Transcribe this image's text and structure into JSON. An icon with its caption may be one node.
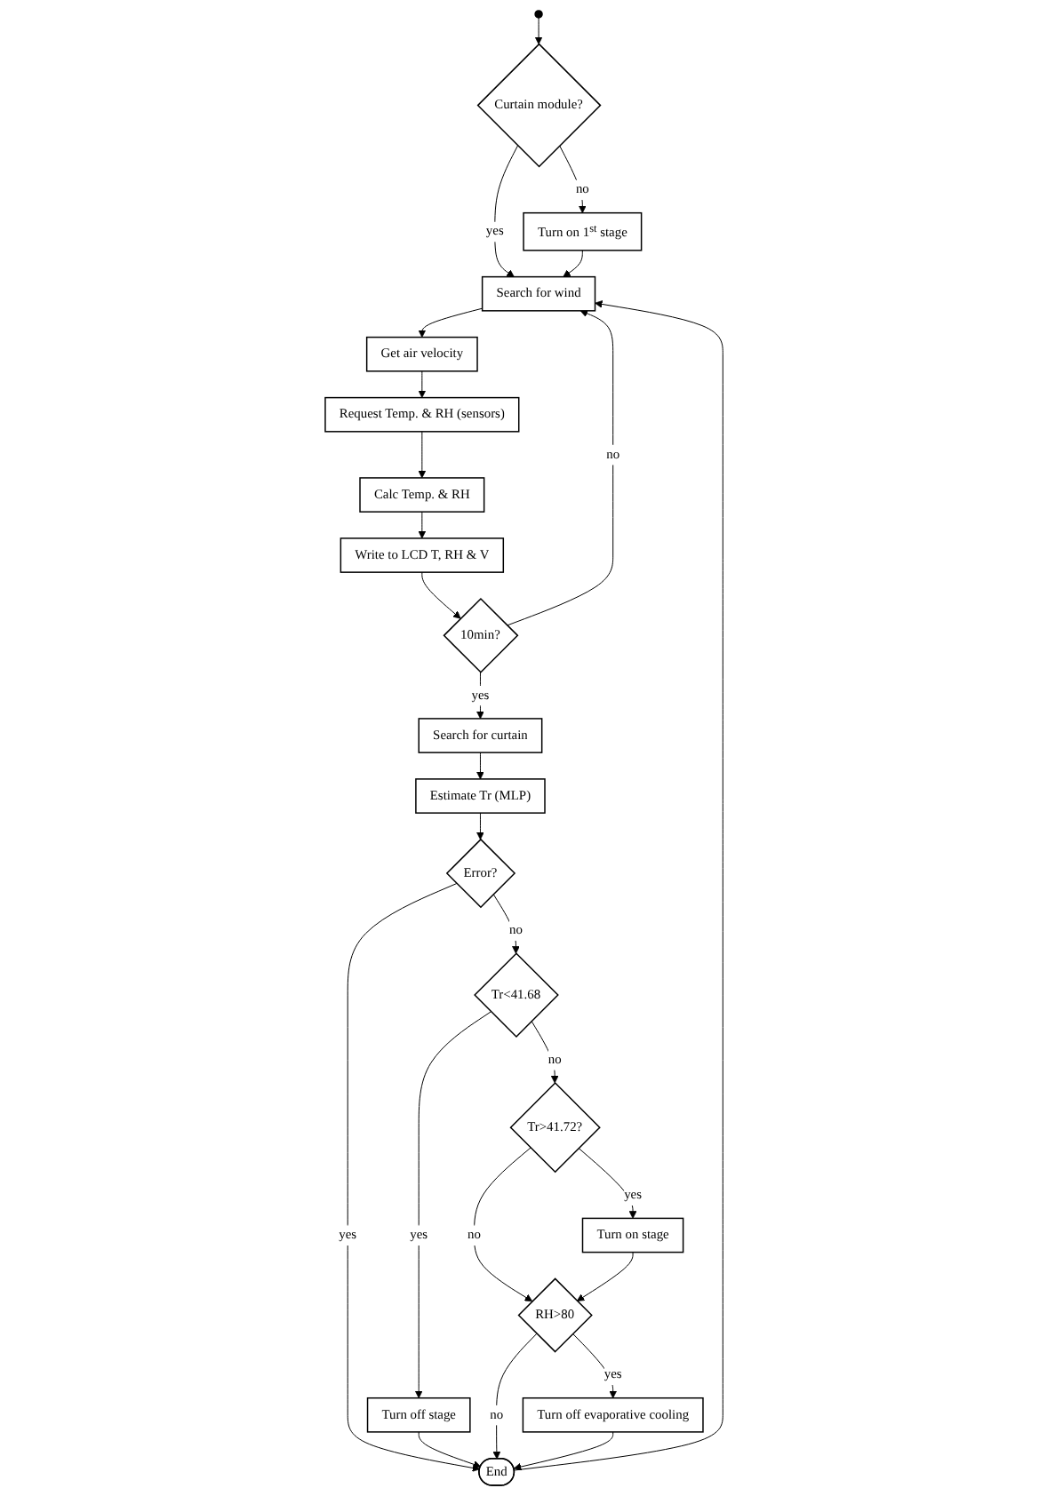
{
  "diagram": {
    "nodes": [
      {
        "text": [],
        "shape": "circle"
      },
      {
        "text": [
          "Curtain module?"
        ]
      },
      {
        "text": [
          "Turn on 1$^{st}$ stage"
        ]
      },
      {
        "text": [
          "Search for wind"
        ]
      },
      {
        "text": [
          "Get air velocity"
        ]
      },
      {
        "text": [
          "Request Temp. & RH (sensors)"
        ]
      },
      {
        "text": [
          "Calc Temp. & RH"
        ]
      },
      {
        "text": [
          "Write to LCD T, RH & V"
        ]
      },
      {
        "text": [
          "10min?"
        ]
      },
      {
        "text": [
          "Search for curtain"
        ]
      },
      {
        "text": [
          "Estimate Tr (MLP)"
        ]
      },
      {
        "text": [
          "Error?"
        ]
      },
      {
        "text": [
          "Tr<41.68"
        ]
      },
      {
        "text": [
          "Tr>41.72?"
        ]
      },
      {
        "text": [
          "Turn on stage"
        ]
      },
      {
        "text": [
          "Turn off stage"
        ]
      },
      {
        "text": [
          "RH>80"
        ]
      },
      {
        "text": [
          "Turn off evaporative cooling"
        ]
      },
      {
        "text": [
          "End"
        ]
      }
    ],
    "edges": [
      {
        "from": 0,
        "to": 1,
        "arrow": "to"
      },
      {
        "from": 1,
        "to": 2,
        "arrow": "to",
        "label": "no"
      },
      {
        "from": 1,
        "to": 3,
        "arrow": "to",
        "label": "yes"
      },
      {
        "from": 2,
        "to": 3,
        "arrow": "to"
      },
      {
        "from": 3,
        "to": 4,
        "arrow": "to"
      },
      {
        "from": 4,
        "to": 5,
        "arrow": "to"
      },
      {
        "from": 5,
        "to": 6,
        "arrow": "to"
      },
      {
        "from": 6,
        "to": 7,
        "arrow": "to"
      },
      {
        "from": 7,
        "to": 8,
        "arrow": "to"
      },
      {
        "from": 8,
        "to": 9,
        "arrow": "to",
        "label": "yes"
      },
      {
        "from": 8,
        "to": 3,
        "arrow": "to",
        "label": "no"
      },
      {
        "from": 9,
        "to": 10,
        "arrow": "to"
      },
      {
        "from": 10,
        "to": 11,
        "arrow": "to"
      },
      {
        "from": 11,
        "to": 12,
        "arrow": "to",
        "label": "no"
      },
      {
        "from": 11,
        "to": 18,
        "arrow": "to",
        "label": "yes"
      },
      {
        "from": 12,
        "to": 13,
        "arrow": "to",
        "label": "no"
      },
      {
        "from": 12,
        "to": 15,
        "arrow": "to",
        "label": "yes"
      },
      {
        "from": 13,
        "to": 14,
        "arrow": "to",
        "label": "yes"
      },
      {
        "from": 13,
        "to": 16,
        "arrow": "to",
        "label": "no"
      },
      {
        "from": 14,
        "to": 16,
        "arrow": "to"
      },
      {
        "from": 15,
        "to": 18,
        "arrow": "to"
      },
      {
        "from": 16,
        "to": 17,
        "arrow": "to",
        "label": "yes"
      },
      {
        "from": 16,
        "to": 18,
        "arrow": "to",
        "label": "no"
      },
      {
        "from": 17,
        "to": 18,
        "arrow": "to"
      },
      {
        "from": 18,
        "to": 3,
        "arrow": "to"
      }
    ]
  }
}
